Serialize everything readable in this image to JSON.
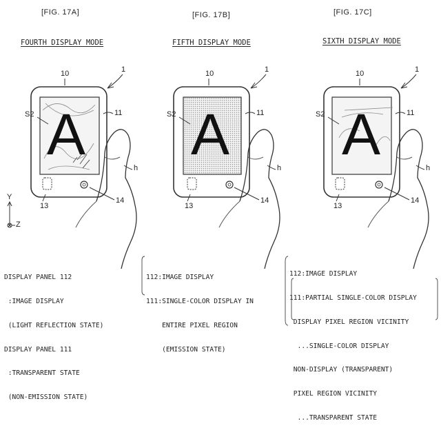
{
  "figures": [
    {
      "fig_label": "[FIG. 17A]",
      "mode_title": "FOURTH DISPLAY MODE",
      "letter": "A",
      "refs": {
        "device": "1",
        "frame": "10",
        "panel": "11",
        "region": "S2",
        "hand": "h",
        "left_button": "13",
        "right_button": "14"
      },
      "caption_lines": [
        "DISPLAY PANEL 112",
        " :IMAGE DISPLAY",
        " (LIGHT REFLECTION STATE)",
        "DISPLAY PANEL 111",
        " :TRANSPARENT STATE",
        " (NON-EMISSION STATE)"
      ]
    },
    {
      "fig_label": "[FIG. 17B]",
      "mode_title": "FIFTH DISPLAY MODE",
      "letter": "A",
      "refs": {
        "device": "1",
        "frame": "10",
        "panel": "11",
        "region": "S2",
        "hand": "h",
        "left_button": "13",
        "right_button": "14"
      },
      "caption_lines": [
        "112:IMAGE DISPLAY",
        "111:SINGLE-COLOR DISPLAY IN",
        "    ENTIRE PIXEL REGION",
        "    (EMISSION STATE)"
      ]
    },
    {
      "fig_label": "[FIG. 17C]",
      "mode_title": "SIXTH DISPLAY MODE",
      "letter": "A",
      "refs": {
        "device": "1",
        "frame": "10",
        "panel": "11",
        "region": "S2",
        "hand": "h",
        "left_button": "13",
        "right_button": "14"
      },
      "caption_lines": [
        "112:IMAGE DISPLAY",
        "111:PARTIAL SINGLE-COLOR DISPLAY",
        " DISPLAY PIXEL REGION VICINITY",
        "  ...SINGLE-COLOR DISPLAY",
        " NON-DISPLAY (TRANSPARENT)",
        " PIXEL REGION VICINITY",
        "  ...TRANSPARENT STATE"
      ]
    }
  ],
  "axes": {
    "y": "Y",
    "z": "Z"
  }
}
